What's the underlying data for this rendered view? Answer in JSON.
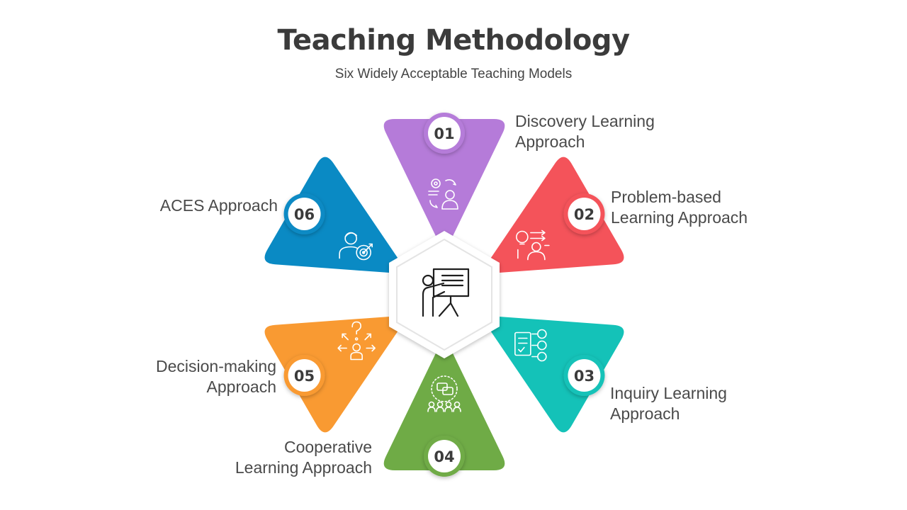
{
  "header": {
    "title": "Teaching Methodology",
    "subtitle": "Six Widely Acceptable Teaching Models"
  },
  "center": {
    "icon": "teacher-presentation-icon"
  },
  "segments": [
    {
      "number": "01",
      "label_lines": [
        "Discovery Learning",
        "Approach"
      ],
      "color": "#b57bd9",
      "icon": "discovery-icon"
    },
    {
      "number": "02",
      "label_lines": [
        "Problem-based",
        "Learning Approach"
      ],
      "color": "#f4535a",
      "icon": "problem-solving-icon"
    },
    {
      "number": "03",
      "label_lines": [
        "Inquiry Learning",
        "Approach"
      ],
      "color": "#14c2b8",
      "icon": "inquiry-checklist-icon"
    },
    {
      "number": "04",
      "label_lines": [
        "Cooperative",
        "Learning Approach"
      ],
      "color": "#6fab46",
      "icon": "cooperative-group-icon"
    },
    {
      "number": "05",
      "label_lines": [
        "Decision-making",
        "Approach"
      ],
      "color": "#f99a32",
      "icon": "decision-making-icon"
    },
    {
      "number": "06",
      "label_lines": [
        "ACES Approach"
      ],
      "color": "#0a8ac4",
      "icon": "target-person-icon"
    }
  ]
}
